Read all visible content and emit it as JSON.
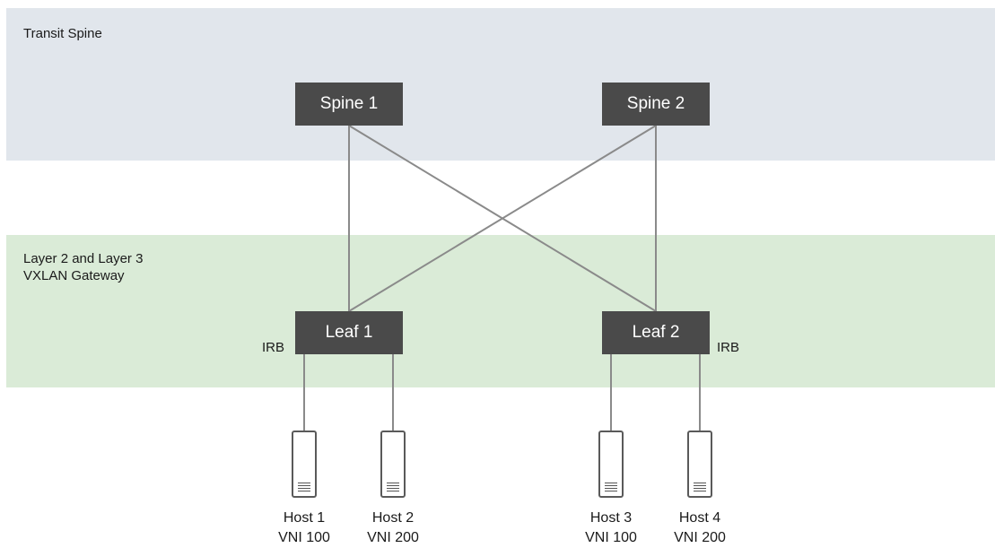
{
  "colors": {
    "spine_band": "#e1e6ec",
    "gateway_band": "#daebd7",
    "node_fill": "#4a4a4a",
    "link": "#8a8a8a"
  },
  "bands": {
    "spine": {
      "label": "Transit Spine"
    },
    "gateway": {
      "label": "Layer 2 and Layer 3\nVXLAN Gateway"
    }
  },
  "spines": [
    {
      "label": "Spine 1"
    },
    {
      "label": "Spine 2"
    }
  ],
  "leaves": [
    {
      "label": "Leaf 1",
      "irb_label": "IRB"
    },
    {
      "label": "Leaf 2",
      "irb_label": "IRB"
    }
  ],
  "hosts": [
    {
      "name": "Host 1",
      "vni": "VNI 100"
    },
    {
      "name": "Host 2",
      "vni": "VNI 200"
    },
    {
      "name": "Host 3",
      "vni": "VNI 100"
    },
    {
      "name": "Host 4",
      "vni": "VNI 200"
    }
  ],
  "icons": {
    "host": "server-icon"
  }
}
